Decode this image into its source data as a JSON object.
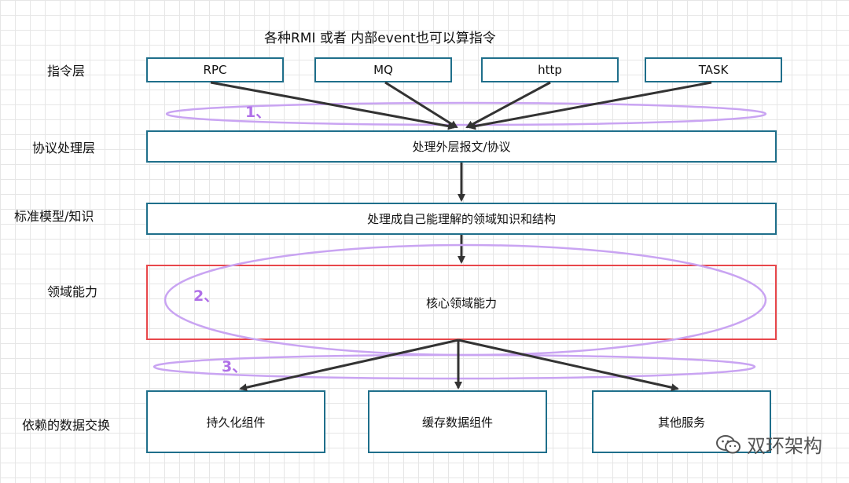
{
  "diagram": {
    "caption": "各种RMI 或者 内部event也可以算指令",
    "layers": {
      "command": "指令层",
      "protocol": "协议处理层",
      "standard_model": "标准模型/知识",
      "domain": "领域能力",
      "data_exchange": "依赖的数据交换"
    },
    "command_boxes": [
      "RPC",
      "MQ",
      "http",
      "TASK"
    ],
    "protocol_box": "处理外层报文/协议",
    "model_box": "处理成自己能理解的领域知识和结构",
    "domain_box": "核心领域能力",
    "data_boxes": [
      "持久化组件",
      "缓存数据组件",
      "其他服务"
    ],
    "markers": [
      "1、",
      "2、",
      "3、"
    ],
    "colors": {
      "box_border": "#1f6f8b",
      "domain_border": "#e8474b",
      "ellipse": "#c9a4f2",
      "marker": "#b070e8",
      "arrow": "#333333"
    },
    "icons": [
      "wechat-icon"
    ],
    "watermark": "双环架构"
  }
}
